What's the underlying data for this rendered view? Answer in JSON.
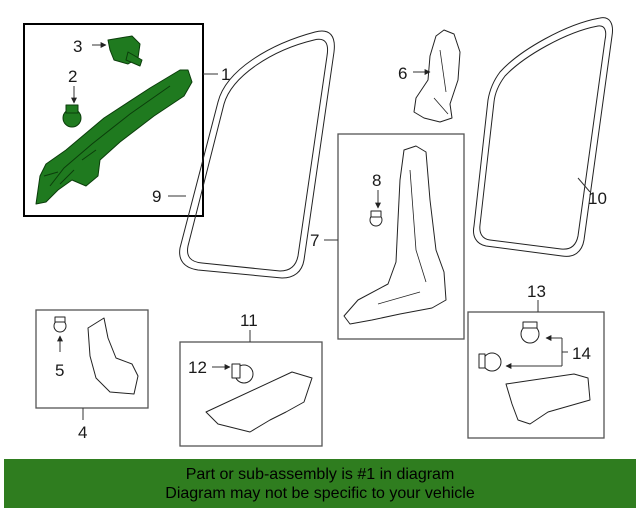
{
  "callouts": {
    "c1": "1",
    "c2": "2",
    "c3": "3",
    "c4": "4",
    "c5": "5",
    "c6": "6",
    "c7": "7",
    "c8": "8",
    "c9": "9",
    "c10": "10",
    "c11": "11",
    "c12": "12",
    "c13": "13",
    "c14": "14"
  },
  "highlight_color": "#2f7d1f",
  "banner": {
    "line1": "Part or sub-assembly is #1 in diagram",
    "line2": "Diagram may not be specific to your vehicle"
  }
}
